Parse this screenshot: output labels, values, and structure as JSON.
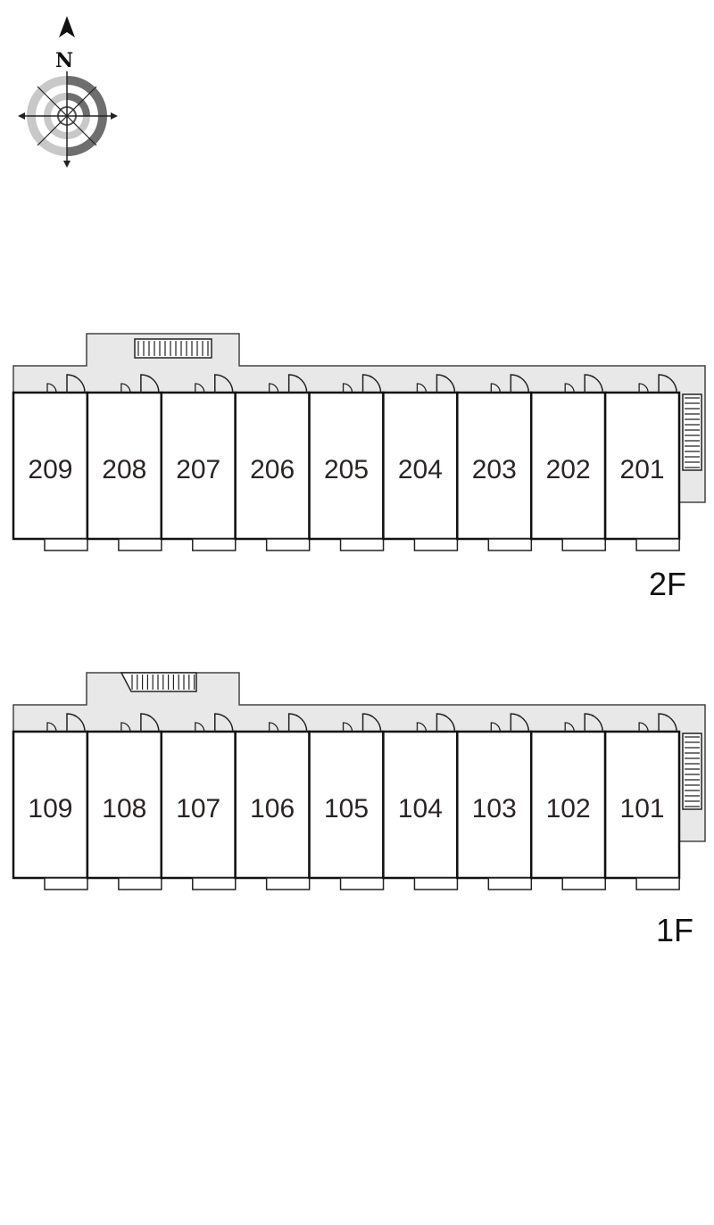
{
  "compass": {
    "north_label": "N"
  },
  "colors": {
    "corridor": "#e8e8e8",
    "wall": "#111111",
    "text": "#2a2424",
    "compass_light": "#c8c8c8",
    "compass_dark": "#6e6e6e"
  },
  "floors": [
    {
      "label": "2F",
      "units": [
        "209",
        "208",
        "207",
        "206",
        "205",
        "204",
        "203",
        "202",
        "201"
      ]
    },
    {
      "label": "1F",
      "units": [
        "109",
        "108",
        "107",
        "106",
        "105",
        "104",
        "103",
        "102",
        "101"
      ]
    }
  ]
}
